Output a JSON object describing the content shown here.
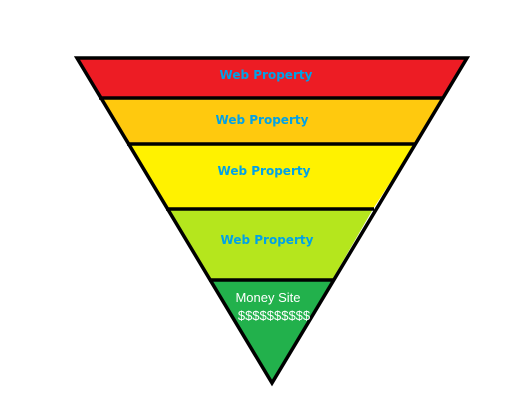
{
  "funnel": {
    "layers": [
      {
        "label": "Web Property",
        "color": "#ed1c24"
      },
      {
        "label": "Web Property",
        "color": "#ffc90e"
      },
      {
        "label": "Web Property",
        "color": "#fff200"
      },
      {
        "label": "Web Property",
        "color": "#b5e61d"
      }
    ],
    "base": {
      "title": "Money Site",
      "subtitle": "$$$$$$$$$$",
      "color": "#22b14c"
    },
    "label_color": "#00a2e8",
    "outline_color": "#000000"
  }
}
